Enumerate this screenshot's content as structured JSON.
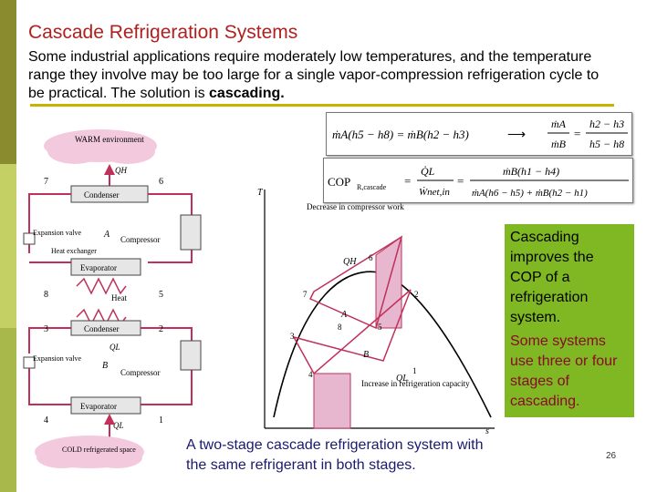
{
  "slide": {
    "title": "Cascade Refrigeration Systems",
    "intro_text": "Some industrial applications require moderately low temperatures, and the temperature range they involve may be too large for a single vapor-compression refrigeration cycle to be practical. The solution is ",
    "intro_bold": "cascading.",
    "page_number": "26",
    "colors": {
      "title": "#b02020",
      "accent_bar": "#c8b400",
      "green_box": "#7fb822",
      "sidebar": "#a8b84a"
    }
  },
  "equations": {
    "mass_ratio_lhs": "ṁA(h5 − h8) = ṁB(h2 − h3)",
    "mass_ratio_rhs_num": "ṁA",
    "mass_ratio_rhs_den": "ṁB",
    "mass_ratio_frac_num": "h2 − h3",
    "mass_ratio_frac_den": "h5 − h8",
    "cop_label": "COP",
    "cop_subscript": "R,cascade",
    "cop_frac1_num": "Q̇L",
    "cop_frac1_den": "Ẇnet,in",
    "cop_frac2_num": "ṁB(h1 − h4)",
    "cop_frac2_den": "ṁA(h6 − h5) + ṁB(h2 − h1)"
  },
  "schematic": {
    "warm_env": "WARM environment",
    "cold_space": "COLD refrigerated space",
    "qh": "QH",
    "ql": "QL",
    "ql_mid": "QL",
    "condenser_top": "Condenser",
    "condenser_mid": "Condenser",
    "evaporator_mid": "Evaporator",
    "evaporator_bottom": "Evaporator",
    "heat_exchanger": "Heat exchanger",
    "heat": "Heat",
    "compressor_a": "Compressor",
    "compressor_b": "Compressor",
    "expansion_valve_a": "Expansion valve",
    "expansion_valve_b": "Expansion valve",
    "label_a": "A",
    "label_b": "B",
    "state_labels": [
      "7",
      "6",
      "8",
      "5",
      "3",
      "2",
      "4",
      "1"
    ]
  },
  "ts_diagram": {
    "t_axis": "T",
    "s_axis": "s",
    "decrease_work": "Decrease in compressor work",
    "increase_capacity": "Increase in refrigeration capacity",
    "qh": "QH",
    "ql": "QL",
    "label_a": "A",
    "label_b": "B",
    "point_labels": [
      "6",
      "7",
      "2",
      "8",
      "5",
      "3",
      "4",
      "1"
    ]
  },
  "callout": {
    "text1": "Cascading improves the COP of a refrigeration system.",
    "text2": "Some systems use three or four stages of cascading."
  },
  "caption": "A two-stage cascade refrigeration system with the same refrigerant in both stages."
}
